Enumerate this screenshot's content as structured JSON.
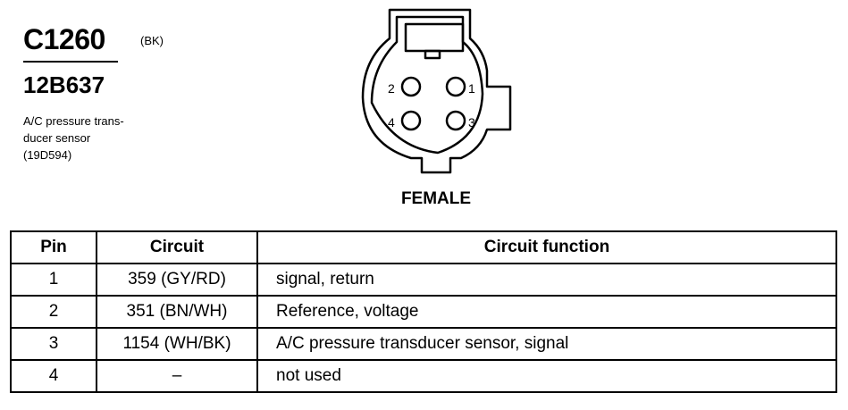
{
  "connector": {
    "id": "C1260",
    "color_code": "(BK)",
    "part_number": "12B637",
    "description_lines": [
      "A/C pressure trans-",
      "ducer sensor",
      "(19D594)"
    ],
    "view_label": "FEMALE",
    "pins_shown": [
      "2",
      "1",
      "4",
      "3"
    ]
  },
  "table": {
    "headers": [
      "Pin",
      "Circuit",
      "Circuit function"
    ],
    "rows": [
      {
        "pin": "1",
        "circuit": "359 (GY/RD)",
        "function": "signal, return"
      },
      {
        "pin": "2",
        "circuit": "351 (BN/WH)",
        "function": "Reference, voltage"
      },
      {
        "pin": "3",
        "circuit": "1154 (WH/BK)",
        "function": "A/C pressure transducer sensor, signal"
      },
      {
        "pin": "4",
        "circuit": "–",
        "function": "not used"
      }
    ]
  }
}
